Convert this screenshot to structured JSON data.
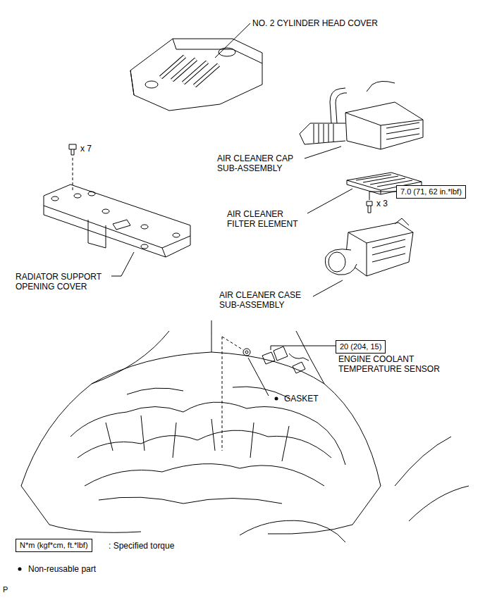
{
  "diagram": {
    "nodes": [
      {
        "text": [
          "7.0 (71, 62 in.*lbf)"
        ]
      },
      {
        "text": [
          "20 (204, 15)"
        ]
      },
      {
        "text": [
          "N*m (kgf*cm, ft.*lbf)"
        ]
      }
    ],
    "labels": [
      "NO. 2 CYLINDER HEAD COVER",
      "x 7",
      "AIR CLEANER CAP SUB-ASSEMBLY",
      "AIR CLEANER FILTER ELEMENT",
      "x 3",
      "RADIATOR SUPPORT OPENING COVER",
      "AIR CLEANER CASE SUB-ASSEMBLY",
      "ENGINE COOLANT TEMPERATURE SENSOR",
      "GASKET",
      ": Specified torque",
      "Non-reusable part",
      "P"
    ]
  }
}
